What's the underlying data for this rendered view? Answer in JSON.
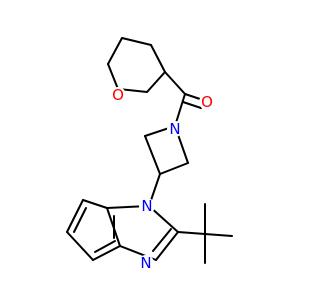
{
  "molecule": {
    "atoms": {
      "O_ring": {
        "symbol": "O",
        "color": "#ff0000"
      },
      "O_carbonyl": {
        "symbol": "O",
        "color": "#ff0000"
      },
      "N_azetidine": {
        "symbol": "N",
        "color": "#0000ff"
      },
      "N1_benzimidazole": {
        "symbol": "N",
        "color": "#0000ff"
      },
      "N3_benzimidazole": {
        "symbol": "N",
        "color": "#0000ff"
      }
    }
  }
}
